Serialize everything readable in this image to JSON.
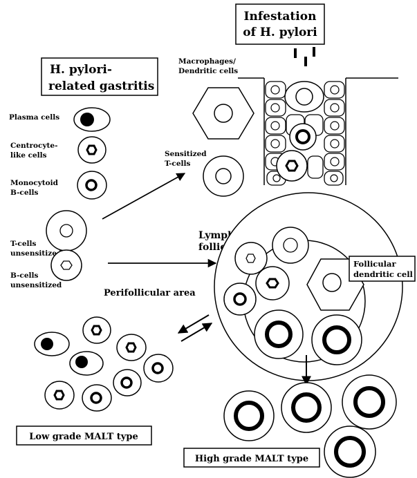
{
  "title_box": {
    "line1": "Infestation",
    "line2": "of H. pylori"
  },
  "gastritis_box": {
    "line1": "H. pylori-",
    "line2": "related gastritis"
  },
  "labels": {
    "macrophages_1": "Macrophages/",
    "macrophages_2": "Dendritic cells",
    "plasma": "Plasma cells",
    "centrocyte_1": "Centrocyte-",
    "centrocyte_2": "like cells",
    "monocytoid_1": "Monocytoid",
    "monocytoid_2": "B-cells",
    "sensitized_1": "Sensitized",
    "sensitized_2": "T-cells",
    "tcells_1": "T-cells",
    "tcells_2": "unsensitized",
    "bcells_1": "B-cells",
    "bcells_2": "unsensitized",
    "lymph_1": "Lymph",
    "lymph_2": "follicle",
    "perifollicular": "Perifollicular area"
  },
  "follicular_box": {
    "line1": "Follicular",
    "line2": "dendritic cell"
  },
  "low_grade_box": "Low grade MALT type",
  "high_grade_box": "High grade MALT type",
  "icons": {
    "arrow": "arrow-icon",
    "bidirectional": "double-arrow-icon"
  }
}
